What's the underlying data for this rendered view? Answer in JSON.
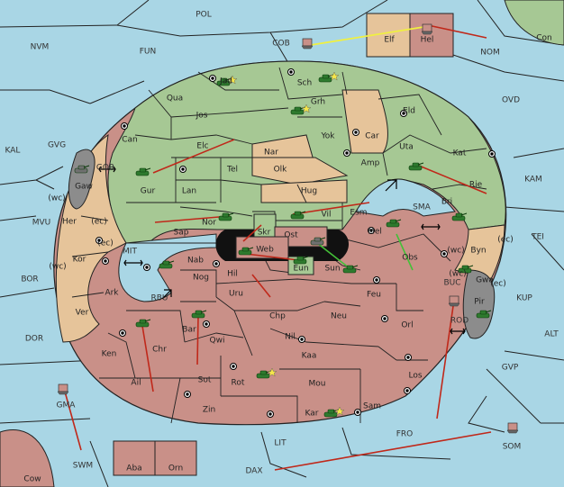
{
  "colors": {
    "water": "#a9d6e5",
    "green": "#a6c894",
    "tan": "#e6c49a",
    "rose": "#c99088",
    "gray": "#8c8c8c",
    "border": "#222222",
    "order_red": "#c0281a",
    "order_yellow": "#f0f040",
    "order_green": "#44c038",
    "unit_green": "#2e7a2e",
    "unit_gray": "#707070"
  },
  "regions": {
    "POL": "POL",
    "NVM": "NVM",
    "FUN": "FUN",
    "COB": "COB",
    "NOM": "NOM",
    "Con": "Con",
    "OVD": "OVD",
    "KAL": "KAL",
    "GVG": "GVG",
    "GOR": "GOR",
    "KAM": "KAM",
    "SMA": "SMA",
    "TEI": "TEI",
    "MVU": "MVU",
    "MIT": "MIT",
    "BOR": "BOR",
    "RBU": "RBU",
    "BUC": "BUC",
    "KUP": "KUP",
    "ROD": "ROD",
    "DOR": "DOR",
    "ALT": "ALT",
    "GVP": "GVP",
    "GMA": "GMA",
    "FRO": "FRO",
    "LIT": "LIT",
    "SOM": "SOM",
    "SWM": "SWM",
    "DAX": "DAX",
    "Cow": "Cow",
    "Elf": "Elf",
    "Hel": "Hel",
    "Aba": "Aba",
    "Orn": "Orn",
    "Jad": "Jad",
    "Sch": "Sch",
    "Qua": "Qua",
    "Grh": "Grh",
    "Jos": "Jos",
    "Eld": "Eld",
    "Can": "Can",
    "Yok": "Yok",
    "Car": "Car",
    "Elc": "Elc",
    "Nar": "Nar",
    "Uta": "Uta",
    "Kat": "Kat",
    "Tel": "Tel",
    "Olk": "Olk",
    "Amp": "Amp",
    "Gur": "Gur",
    "Lan": "Lan",
    "Hug": "Hug",
    "Rie": "Rie",
    "Bri": "Bri",
    "Gaw": "Gaw",
    "wc1": "(wc)",
    "Her": "Her",
    "ec1": "(ec)",
    "Nor": "Nor",
    "Vil": "Vil",
    "Esm": "Esm",
    "Sap": "Sap",
    "Skr": "Skr",
    "Ost": "Ost",
    "Mel": "Mel",
    "ec2": "(ec)",
    "Web": "Web",
    "wc2": "(wc)",
    "Byn": "Byn",
    "ec3": "(ec)",
    "Kor": "Kor",
    "Nab": "Nab",
    "wc3": "(wc)",
    "Sun": "Sun",
    "Obs": "Obs",
    "Eun": "Eun",
    "wc4": "(wc)",
    "Gwa": "Gwa",
    "ec4": "(ec)",
    "Hil": "Hil",
    "Nog": "Nog",
    "Ark": "Ark",
    "Uru": "Uru",
    "Feu": "Feu",
    "Pir": "Pir",
    "Ver": "Ver",
    "Chp": "Chp",
    "Neu": "Neu",
    "Bar": "Bar",
    "Orl": "Orl",
    "Qwi": "Qwi",
    "Nil": "Nil",
    "Ken": "Ken",
    "Chr": "Chr",
    "Kaa": "Kaa",
    "Sot": "Sot",
    "Rot": "Rot",
    "Ail": "Ail",
    "Los": "Los",
    "Mou": "Mou",
    "Zin": "Zin",
    "Sam": "Sam",
    "Kar": "Kar"
  }
}
